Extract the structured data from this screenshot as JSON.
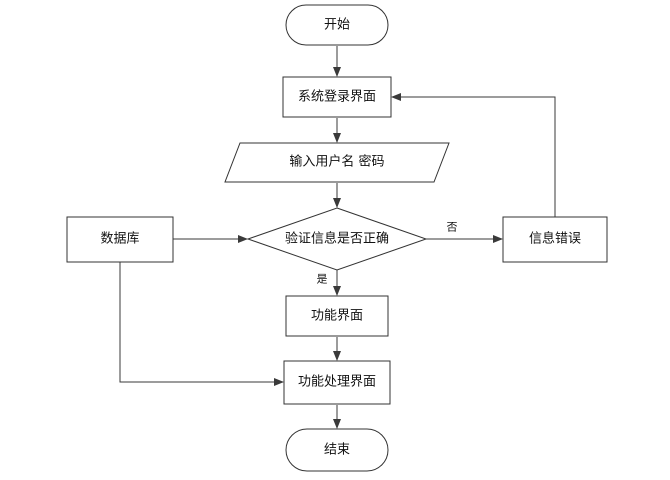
{
  "diagram": {
    "nodes": {
      "start": "开始",
      "login": "系统登录界面",
      "input": "输入用户名 密码",
      "verify": "验证信息是否正确",
      "database": "数据库",
      "error": "信息错误",
      "function": "功能界面",
      "process": "功能处理界面",
      "end": "结束"
    },
    "edge_labels": {
      "no": "否",
      "yes": "是"
    },
    "colors": {
      "stroke": "#333333",
      "fill": "#ffffff",
      "text": "#111111"
    }
  }
}
